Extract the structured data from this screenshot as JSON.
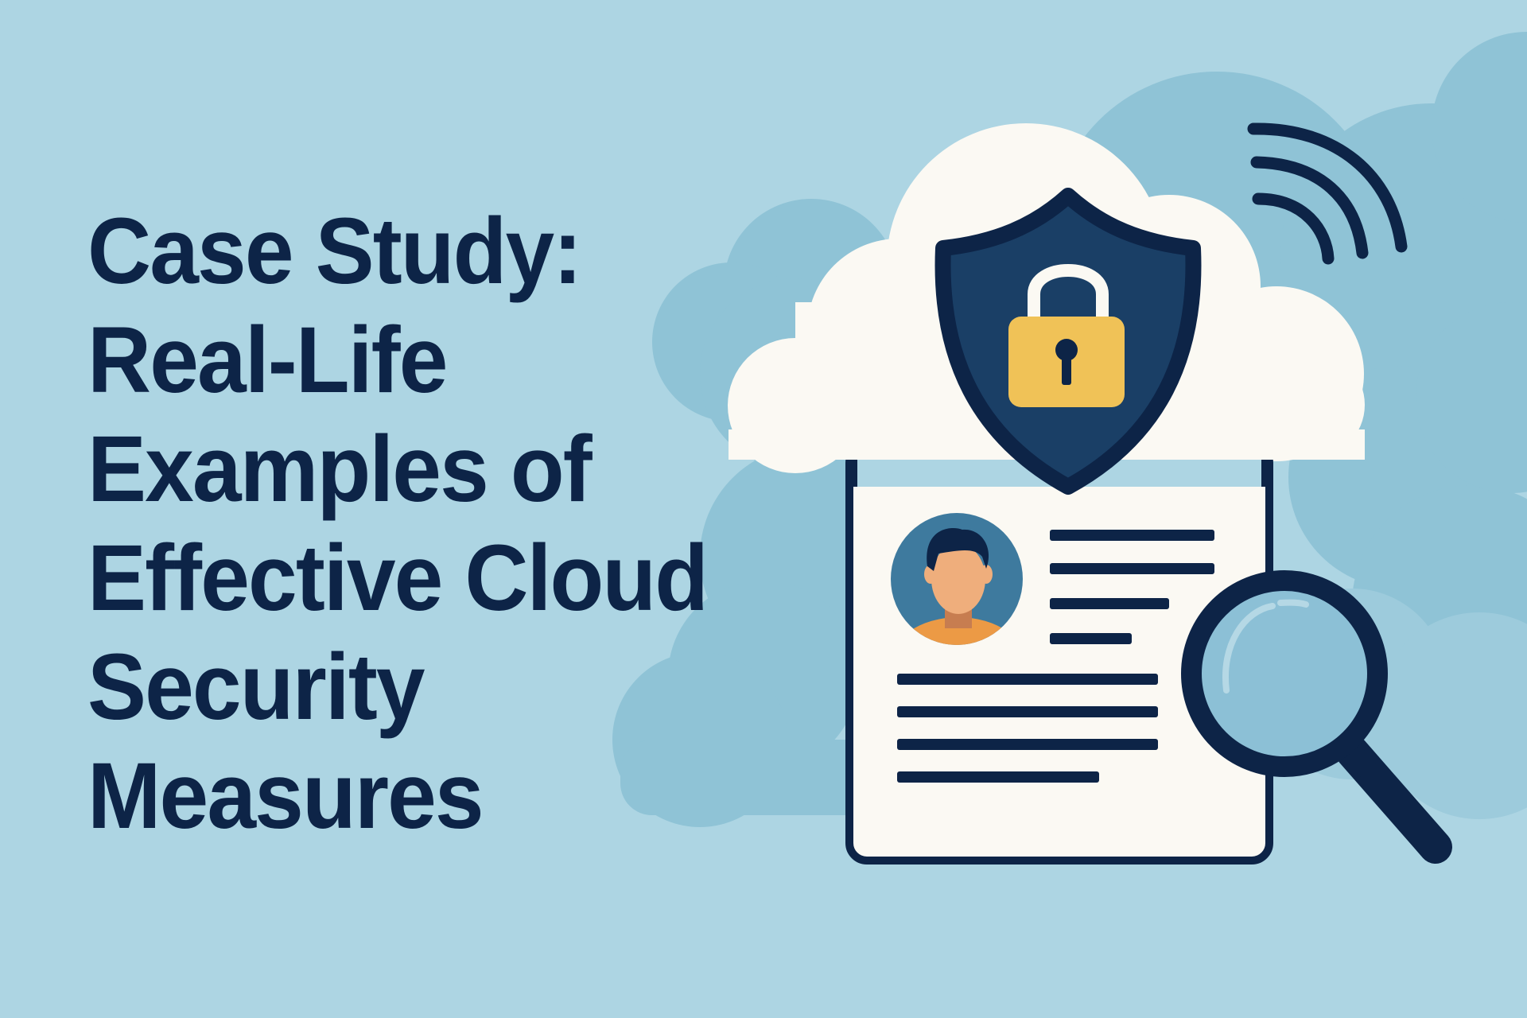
{
  "title": {
    "lines": [
      "Case Study:",
      "Real-Life",
      "Examples of",
      "Effective Cloud",
      "Security",
      "Measures"
    ]
  },
  "illustration": {
    "icons": [
      "cloud-icon",
      "shield-icon",
      "padlock-icon",
      "signal-waves-icon",
      "profile-document-icon",
      "avatar-icon",
      "magnifying-glass-icon"
    ]
  },
  "colors": {
    "background": "#add5e3",
    "background_clouds": "#8fc3d6",
    "cloud_white": "#fbf9f3",
    "navy": "#0d2447",
    "shield_inner": "#1a3f66",
    "lock_gold": "#f0c257",
    "avatar_bg": "#3e7a9e",
    "avatar_shirt": "#ec9a45",
    "avatar_skin": "#efae7c",
    "lens": "#8cc0d6"
  }
}
